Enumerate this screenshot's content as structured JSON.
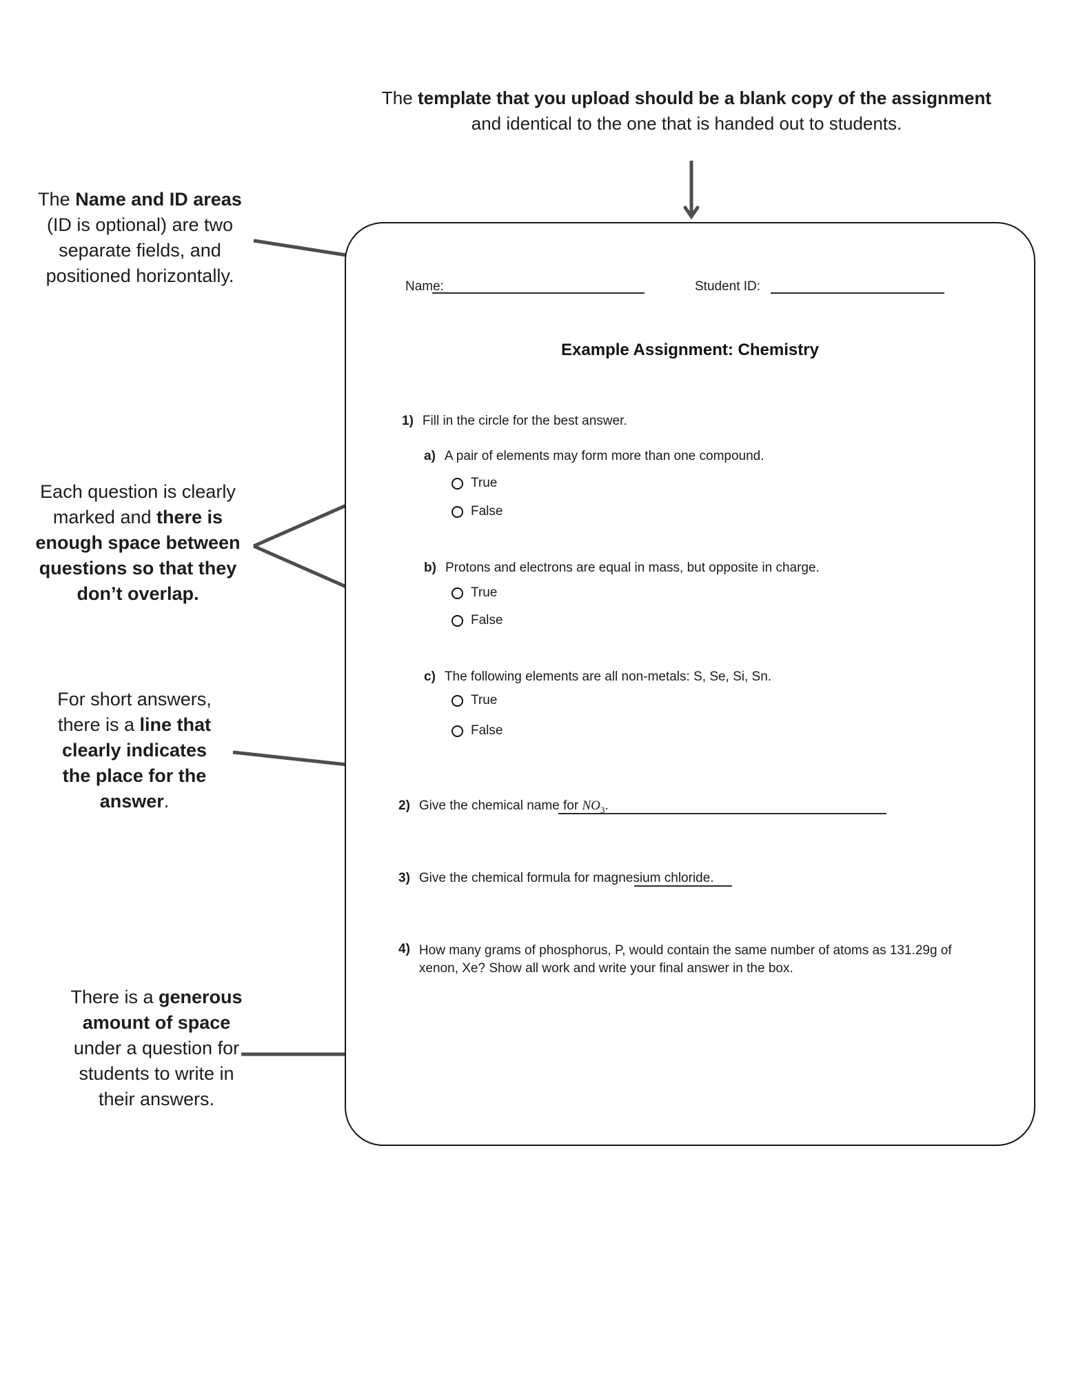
{
  "colors": {
    "arrow": "#4d4d4d",
    "text": "#1c1c1c",
    "doc_border": "#161616"
  },
  "intro": {
    "line1_pre": "The ",
    "line1_bold": "template that you upload should be a blank copy of the assignment",
    "line2": "and identical to the one that is handed out to students."
  },
  "annotations": {
    "name_id": {
      "lines": [
        {
          "pre": "The ",
          "bold": "Name and ID areas",
          "post": ""
        },
        {
          "pre": "(ID is optional) are two",
          "bold": "",
          "post": ""
        },
        {
          "pre": "separate fields, and",
          "bold": "",
          "post": ""
        },
        {
          "pre": "positioned horizontally.",
          "bold": "",
          "post": ""
        }
      ]
    },
    "spacing": {
      "lines": [
        {
          "pre": "Each question is clearly",
          "bold": "",
          "post": ""
        },
        {
          "pre": "marked and ",
          "bold": "there is",
          "post": ""
        },
        {
          "pre": "",
          "bold": "enough space between",
          "post": ""
        },
        {
          "pre": "",
          "bold": "questions so that they",
          "post": ""
        },
        {
          "pre": "",
          "bold": "don’t overlap.",
          "post": ""
        }
      ]
    },
    "short_answer": {
      "lines": [
        {
          "pre": "For short answers,",
          "bold": "",
          "post": ""
        },
        {
          "pre": "there is a ",
          "bold": "line that",
          "post": ""
        },
        {
          "pre": "",
          "bold": "clearly indicates",
          "post": ""
        },
        {
          "pre": "",
          "bold": "the place for the",
          "post": ""
        },
        {
          "pre": "",
          "bold": "answer",
          "post": "."
        }
      ]
    },
    "space_under": {
      "lines": [
        {
          "pre": "There is a ",
          "bold": "generous",
          "post": ""
        },
        {
          "pre": "",
          "bold": "amount of space",
          "post": ""
        },
        {
          "pre": "under a question for",
          "bold": "",
          "post": ""
        },
        {
          "pre": "students to write in",
          "bold": "",
          "post": ""
        },
        {
          "pre": "their answers.",
          "bold": "",
          "post": ""
        }
      ]
    }
  },
  "document": {
    "name_label": "Name:",
    "student_id_label": "Student ID:",
    "title": "Example Assignment: Chemistry",
    "q1": {
      "number": "1)",
      "text": "Fill in the circle for the best answer.",
      "parts": [
        {
          "letter": "a)",
          "text": "A pair of elements may form more than one compound.",
          "options": [
            "True",
            "False"
          ]
        },
        {
          "letter": "b)",
          "text": "Protons and electrons are equal in mass, but opposite in charge.",
          "options": [
            "True",
            "False"
          ]
        },
        {
          "letter": "c)",
          "text": "The following elements are all non-metals: S, Se, Si, Sn.",
          "options": [
            "True",
            "False"
          ]
        }
      ]
    },
    "q2": {
      "number": "2)",
      "pre": "Give the chemical name for ",
      "formula_base": "NO",
      "formula_sub": "3",
      "post": "."
    },
    "q3": {
      "number": "3)",
      "text": "Give the chemical formula for magnesium chloride."
    },
    "q4": {
      "number": "4)",
      "line1": "How many grams of phosphorus, P, would contain the same number of atoms as 131.29g of",
      "line2": "xenon, Xe? Show all work and write your final answer in the box."
    }
  }
}
